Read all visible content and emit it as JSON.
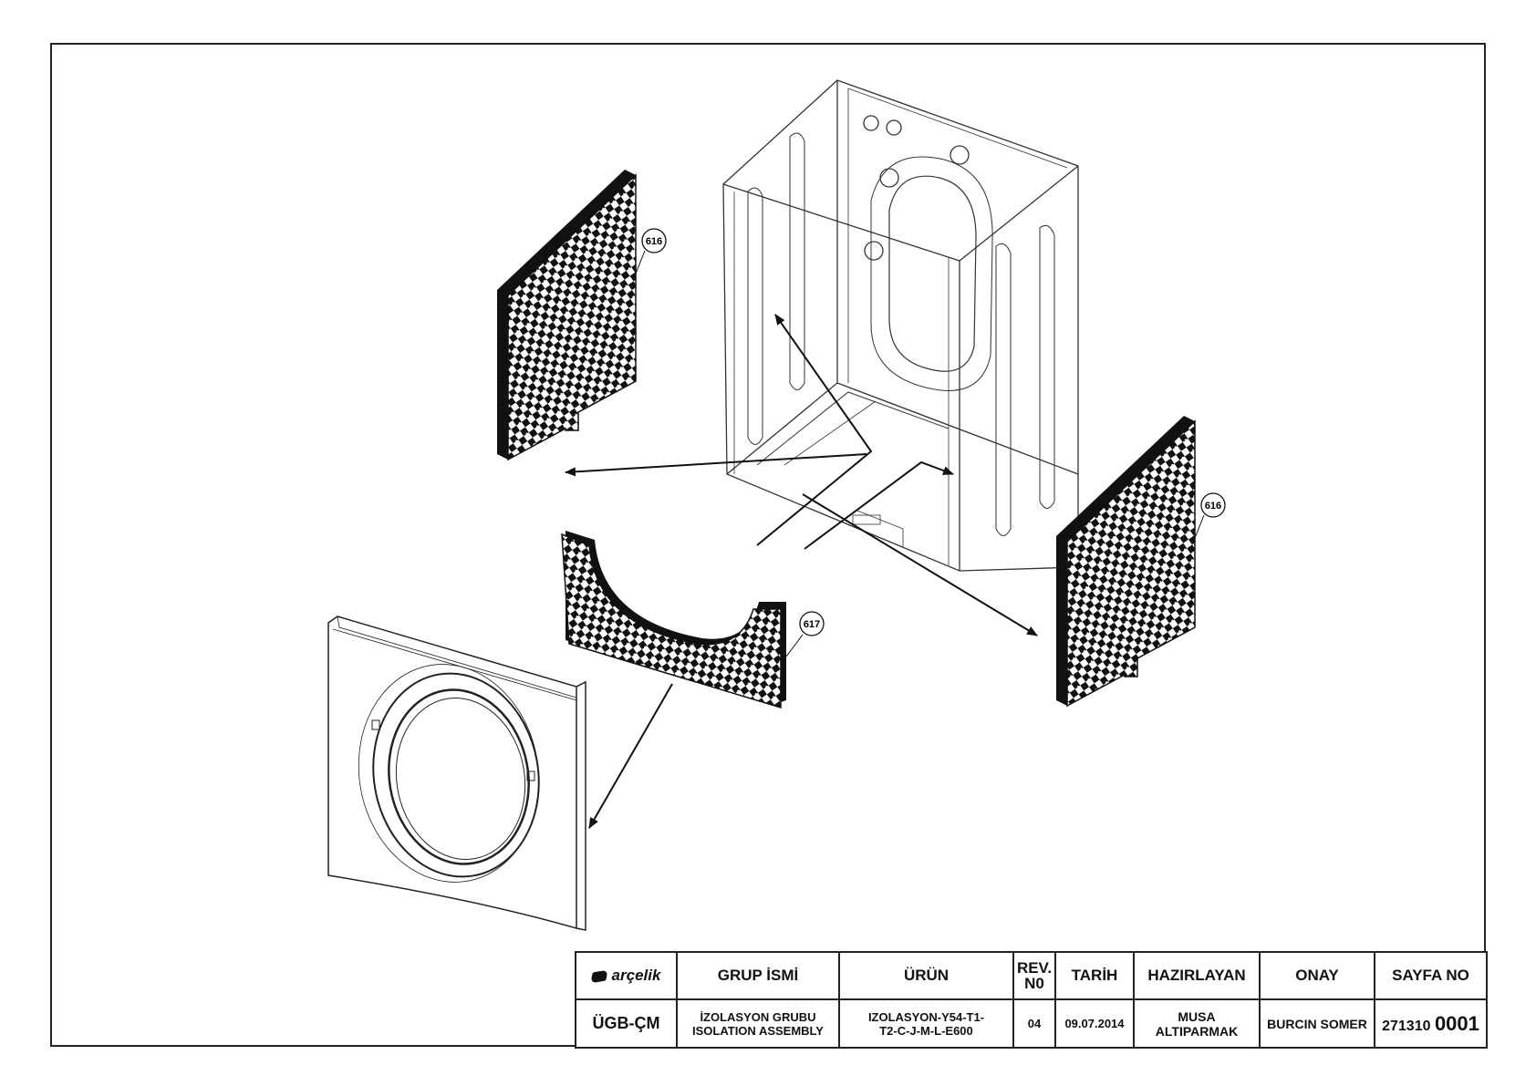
{
  "callouts": [
    {
      "id": "panel-left",
      "label": "616"
    },
    {
      "id": "panel-right",
      "label": "616"
    },
    {
      "id": "panel-front",
      "label": "617"
    }
  ],
  "title_block": {
    "logo_text": "arçelik",
    "headers": {
      "group_name": "GRUP İSMİ",
      "product": "ÜRÜN",
      "rev_no_line1": "REV.",
      "rev_no_line2": "N0",
      "date": "TARİH",
      "prepared_by": "HAZIRLAYAN",
      "approval": "ONAY",
      "page_no": "SAYFA NO"
    },
    "values": {
      "code": "ÜGB-ÇM",
      "group_name_line1": "İZOLASYON GRUBU",
      "group_name_line2": "ISOLATION ASSEMBLY",
      "product_line1": "IZOLASYON-Y54-T1-",
      "product_line2": "T2-C-J-M-L-E600",
      "rev_no": "04",
      "date": "09.07.2014",
      "prepared_by": "MUSA ALTIPARMAK",
      "approval": "BURCIN SOMER",
      "page_no_prefix": "271310",
      "page_no_number": "0001"
    }
  }
}
